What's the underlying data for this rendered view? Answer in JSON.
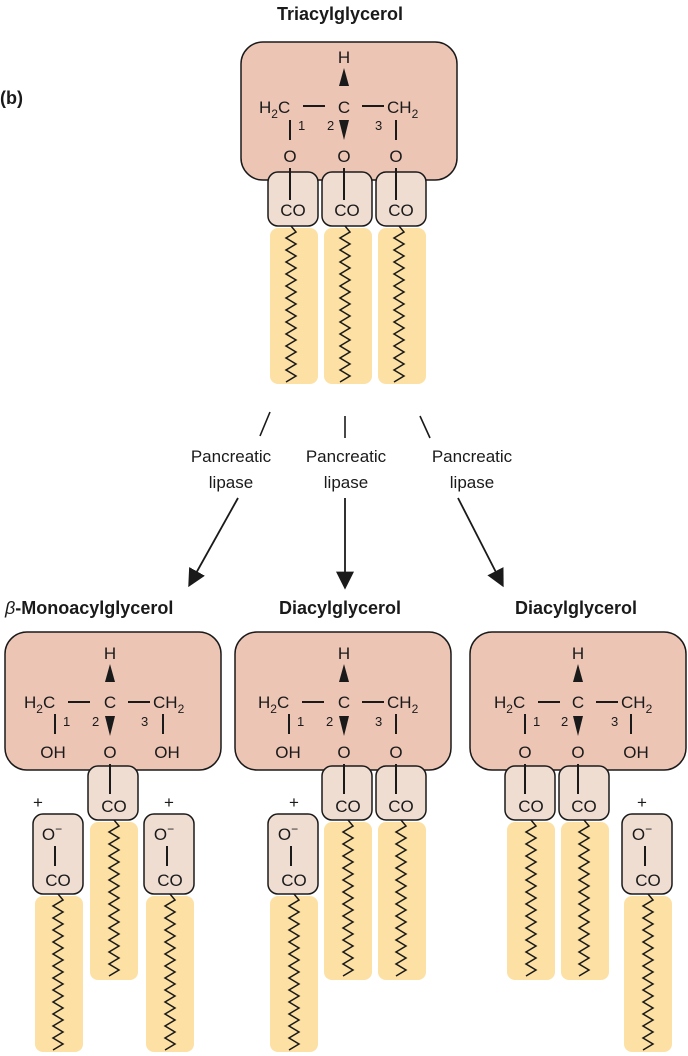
{
  "panel_label": "(b)",
  "triacylglycerol": {
    "title": "Triacylglycerol",
    "h": "H",
    "h2c": "H",
    "h2c_sub": "2",
    "h2c_tail": "C",
    "c": "C",
    "ch2": "CH",
    "ch2_sub": "2",
    "pos1": "1",
    "pos2": "2",
    "pos3": "3",
    "o": "O",
    "co": "CO"
  },
  "enzyme": {
    "name": "Pancreatic",
    "name2": "lipase"
  },
  "products": [
    {
      "title_prefix": "β",
      "title": "-Monoacylglycerol",
      "oh": "OH",
      "plus": "+",
      "o_minus": "O",
      "minus": "−"
    },
    {
      "title": "Diacylglycerol",
      "oh": "OH",
      "plus": "+",
      "o_minus": "O",
      "minus": "−"
    },
    {
      "title": "Diacylglycerol",
      "oh": "OH",
      "plus": "+",
      "o_minus": "O",
      "minus": "−"
    }
  ],
  "colors": {
    "glycerol_box": "#ecc5b5",
    "ester_box": "#f0ddd2",
    "fatty_chain": "#fde0a3",
    "stroke": "#1a1a1a"
  }
}
